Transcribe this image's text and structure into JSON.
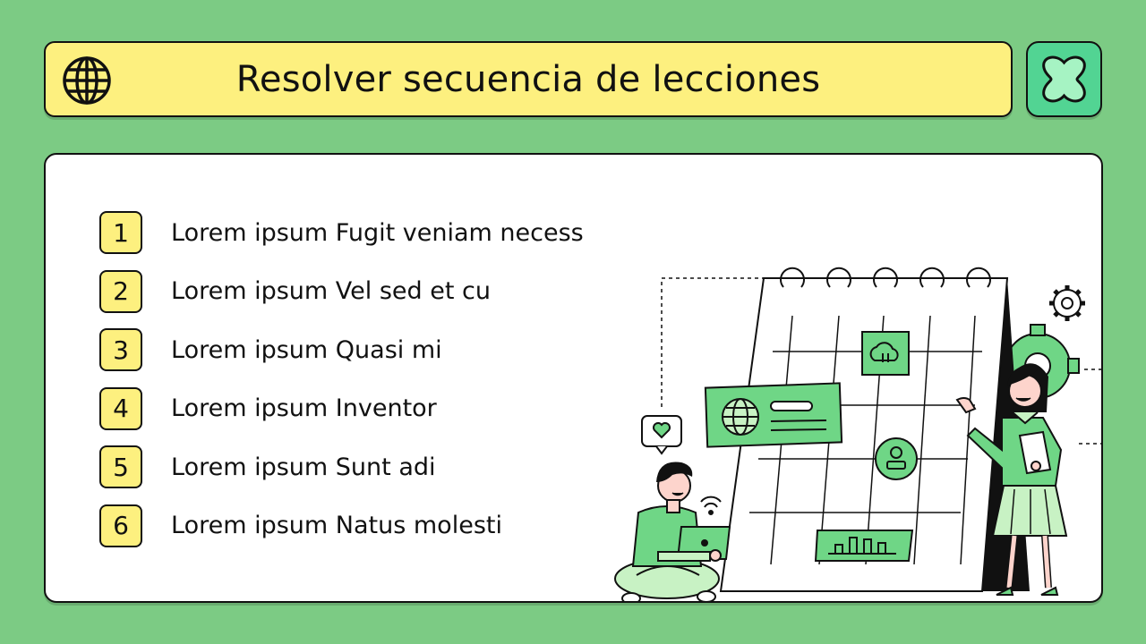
{
  "header": {
    "title": "Resolver secuencia de lecciones",
    "icon": "globe-icon",
    "bg_color": "#fdf07f"
  },
  "corner_button": {
    "icon": "clover-icon",
    "bg_color": "#52d493"
  },
  "background_color": "#7ccb84",
  "list": {
    "items": [
      {
        "number": "1",
        "text": "Lorem ipsum Fugit veniam necess"
      },
      {
        "number": "2",
        "text": "Lorem ipsum Vel sed et cu"
      },
      {
        "number": "3",
        "text": "Lorem ipsum Quasi mi"
      },
      {
        "number": "4",
        "text": "Lorem ipsum Inventor"
      },
      {
        "number": "5",
        "text": "Lorem ipsum Sunt adi"
      },
      {
        "number": "6",
        "text": "Lorem ipsum Natus molesti"
      }
    ]
  },
  "illustration": {
    "name": "calendar-team-illustration",
    "accent_color": "#6fd686",
    "light_color": "#c8f2c4"
  }
}
